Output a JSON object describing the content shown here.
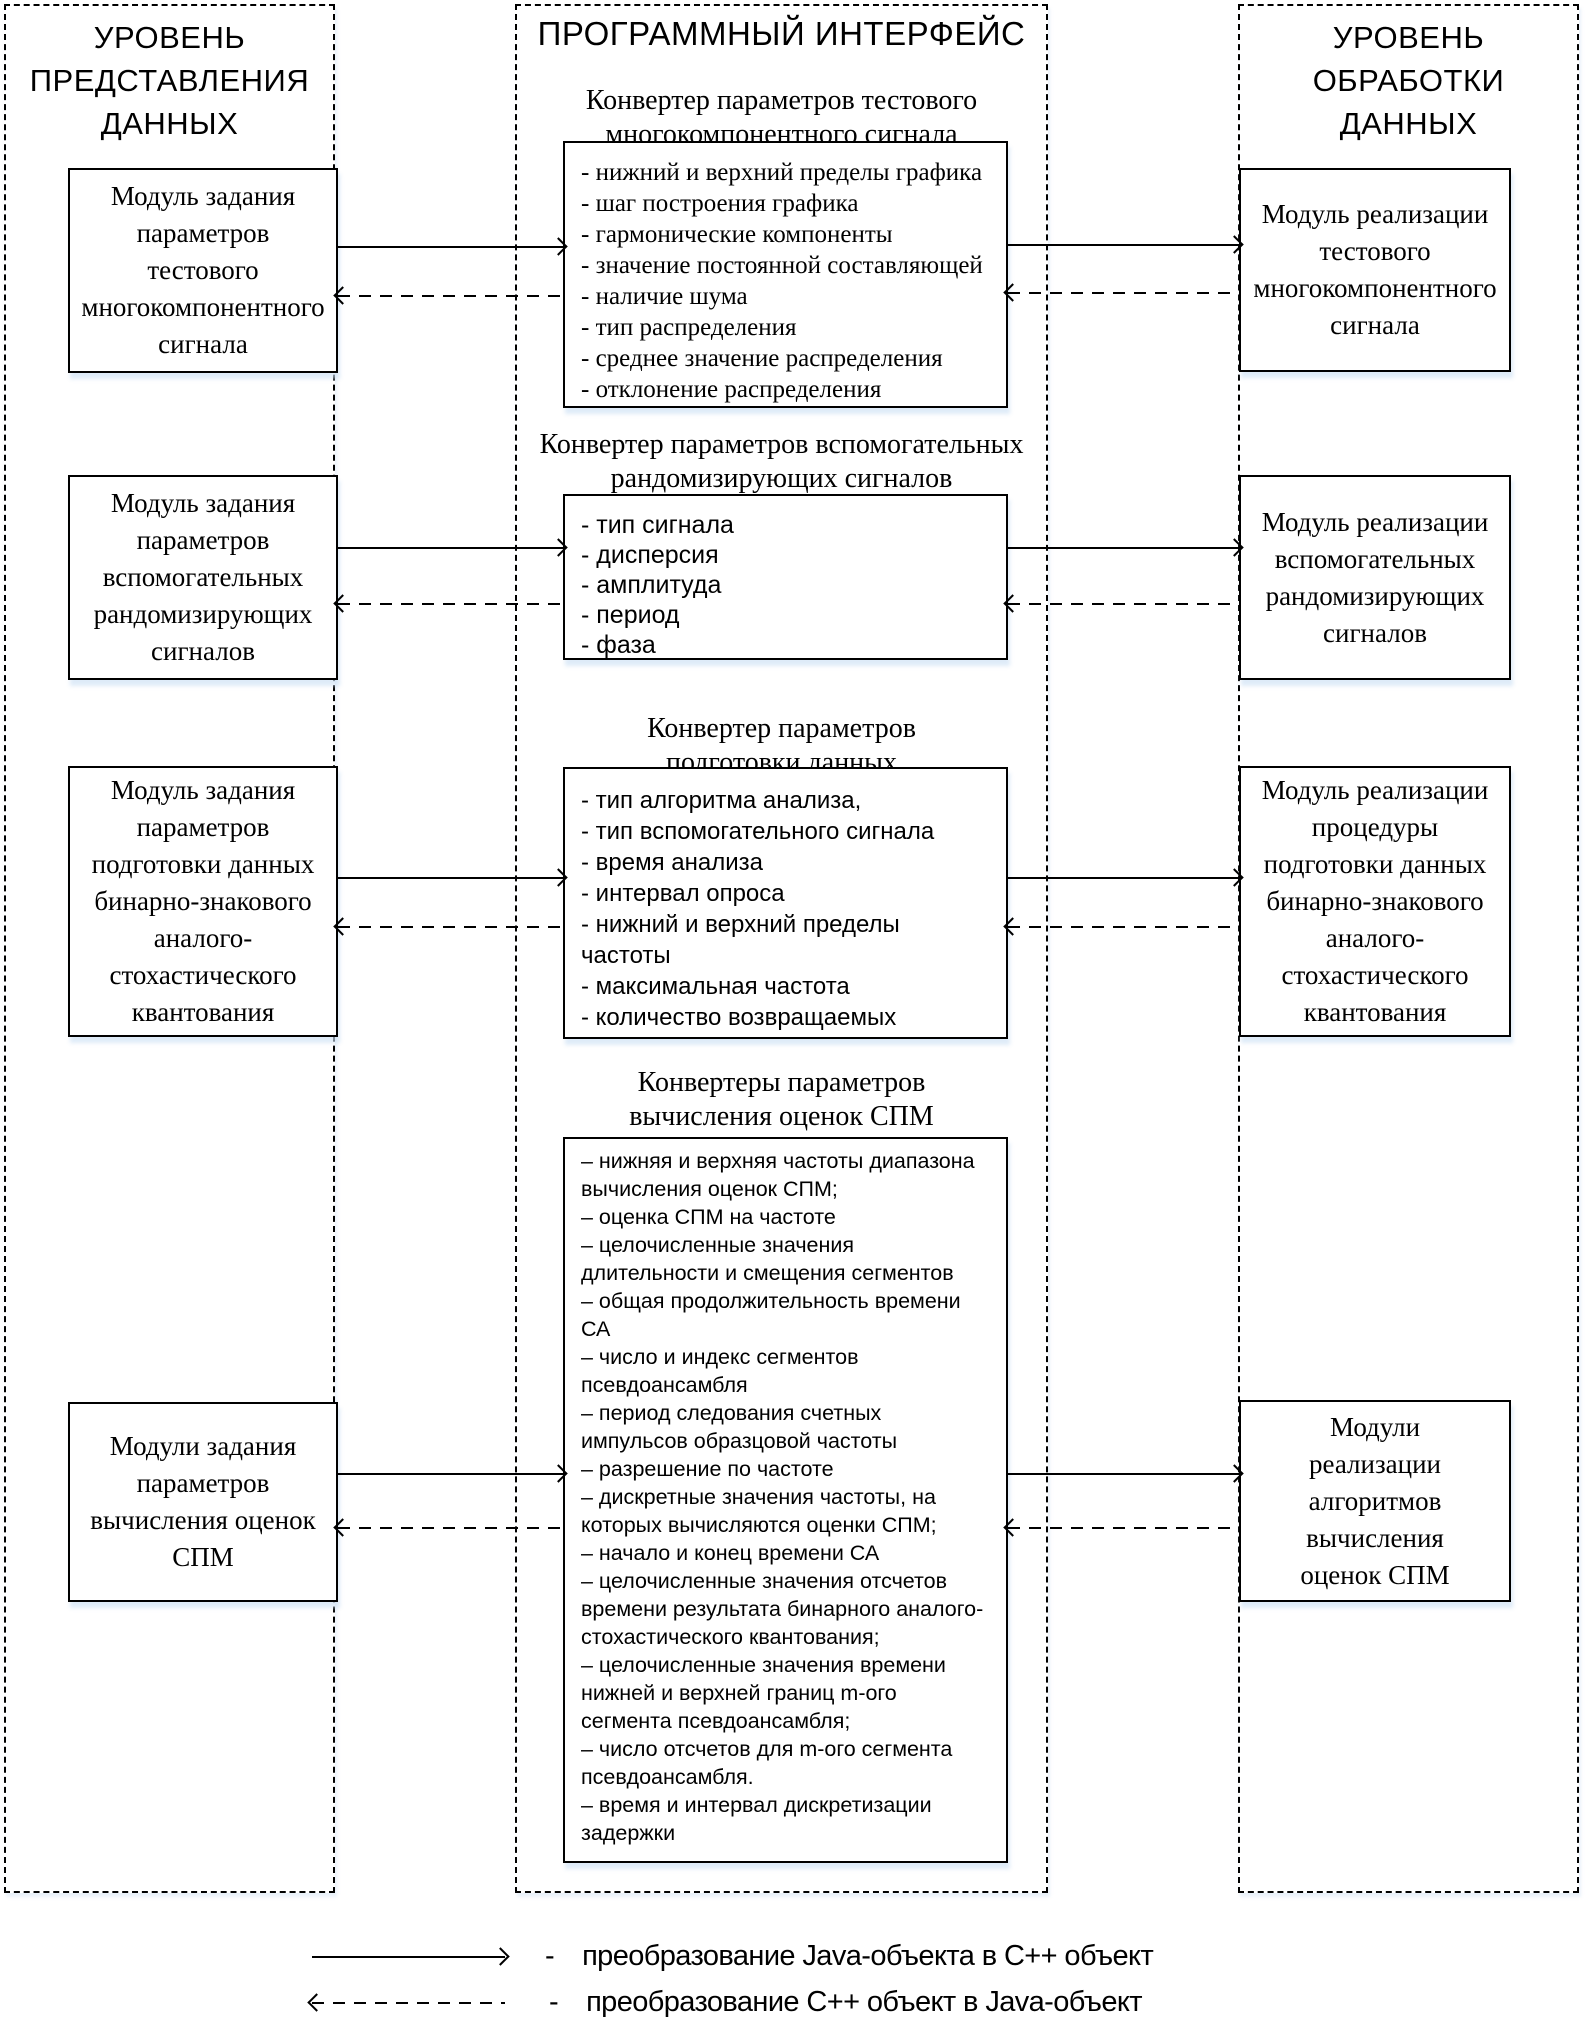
{
  "columns": {
    "presentation": {
      "title": "УРОВЕНЬ\nПРЕДСТАВЛЕНИЯ\nДАННЫХ"
    },
    "interface": {
      "title": "ПРОГРАММНЫЙ ИНТЕРФЕЙС"
    },
    "processing": {
      "title": "УРОВЕНЬ\nОБРАБОТКИ\nДАННЫХ"
    }
  },
  "presentation_modules": [
    {
      "text": "Модуль задания параметров тестового многокомпонентного сигнала"
    },
    {
      "text": "Модуль задания параметров вспомогательных рандомизирующих сигналов"
    },
    {
      "text": "Модуль задания параметров подготовки данных бинарно-знакового аналого-стохастического квантования"
    },
    {
      "text": "Модули задания параметров вычисления оценок СПМ"
    }
  ],
  "converters": [
    {
      "title": "Конвертер параметров тестового\nмногокомпонентного  сигнала",
      "items": [
        "- нижний и верхний пределы графика",
        "- шаг построения графика",
        "- гармонические компоненты",
        "- значение постоянной составляющей",
        "- наличие шума",
        "- тип распределения",
        "- среднее значение распределения",
        "- отклонение распределения"
      ]
    },
    {
      "title": "Конвертер параметров вспомогательных\nрандомизирующих  сигналов",
      "items": [
        "- тип сигнала",
        "- дисперсия",
        "- амплитуда",
        "- период",
        "- фаза"
      ]
    },
    {
      "title": "Конвертер параметров\nподготовки данных",
      "items": [
        "- тип алгоритма анализа,",
        "-  тип вспомогательного сигнала",
        "- время анализа",
        "- интервал опроса",
        "- нижний и верхний пределы частоты",
        "- максимальная частота",
        "- количество возвращаемых знакочередований"
      ]
    },
    {
      "title": "Конвертеры параметров\nвычисления оценок СПМ",
      "items": [
        "– нижняя и верхняя частоты диапазона вычисления оценок СПМ;",
        "– оценка СПМ на частоте",
        "– целочисленные значения длительности и смещения сегментов",
        "– общая продолжительность времени СА",
        "– число и индекс сегментов псевдоансамбля",
        "– период следования счетных импульсов образцовой частоты",
        "– разрешение по частоте",
        "– дискретные значения частоты, на которых вычисляются оценки СПМ;",
        "– начало и конец времени СА",
        "– целочисленные значения отсчетов времени результата бинарного аналого-стохастического квантования;",
        "– целочисленные значения времени нижней и верхней границ m-ого сегмента псевдоансамбля;",
        "– число отсчетов для m-ого сегмента псевдоансамбля.",
        "– время и интервал дискретизации задержки"
      ]
    }
  ],
  "processing_modules": [
    {
      "text": "Модуль реализации тестового многокомпонентного сигнала"
    },
    {
      "text": "Модуль реализации вспомогательных рандомизирующих сигналов"
    },
    {
      "text": "Модуль реализации процедуры подготовки данных бинарно-знакового аналого-стохастического квантования"
    },
    {
      "text": "Модули реализации алгоритмов вычисления оценок СПМ"
    }
  ],
  "legend": {
    "items": [
      {
        "bullet": "-",
        "label": "преобразование Java-объекта в C++ объект",
        "arrow": "solid-right"
      },
      {
        "bullet": "-",
        "label": "преобразование C++ объект в  Java-объект",
        "arrow": "dashed-left"
      }
    ]
  },
  "colors": {
    "line": "#000000",
    "background": "#ffffff",
    "shadow": "#cfe0f2"
  }
}
